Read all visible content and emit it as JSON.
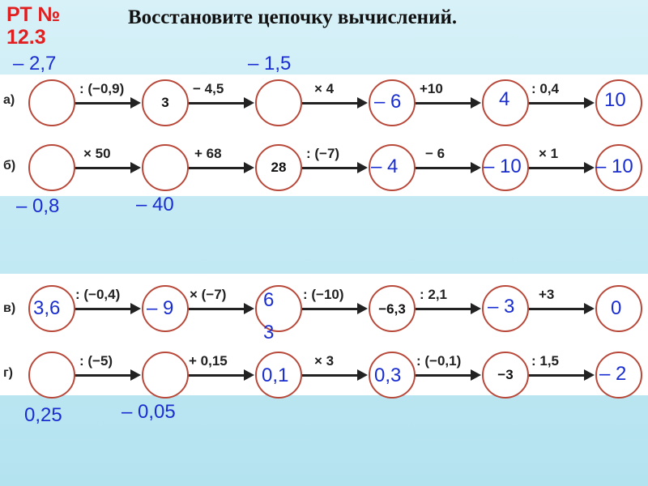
{
  "header": {
    "rt_label": "РТ №",
    "rt_number": "12.3",
    "title": "Восстановите цепочку вычислений."
  },
  "rows": {
    "a": {
      "label": "а)",
      "ops": [
        ": (−0,9)",
        "− 4,5",
        "× 4",
        "+10",
        ": 0,4"
      ],
      "given": [
        "",
        "3",
        "",
        "",
        "",
        ""
      ],
      "answers": [
        "– 2,7",
        "– 1,5",
        "– 6",
        "4",
        "10"
      ]
    },
    "b": {
      "label": "б)",
      "ops": [
        "× 50",
        "+ 68",
        ": (−7)",
        "− 6",
        "× 1"
      ],
      "given": [
        "",
        "",
        "28",
        "",
        "",
        ""
      ],
      "answers": [
        "– 0,8",
        "– 40",
        "– 4",
        "– 10",
        "– 10"
      ]
    },
    "v": {
      "label": "в)",
      "ops": [
        ": (−0,4)",
        "× (−7)",
        ": (−10)",
        ": 2,1",
        "+3"
      ],
      "given": [
        "",
        "",
        "",
        "−6,3",
        "",
        ""
      ],
      "answers": [
        "3,6",
        "– 9",
        "6",
        "3",
        "– 3",
        "0"
      ]
    },
    "g": {
      "label": "г)",
      "ops": [
        ": (−5)",
        "+ 0,15",
        "× 3",
        ": (−0,1)",
        ": 1,5"
      ],
      "given": [
        "",
        "",
        "",
        "",
        "−3",
        ""
      ],
      "answers": [
        "0,25",
        "– 0,05",
        "0,1",
        "0,3",
        "– 2"
      ]
    }
  },
  "colors": {
    "answer": "#1a2ed0",
    "rt_label": "#e02020",
    "circle_border": "#b8493a"
  }
}
